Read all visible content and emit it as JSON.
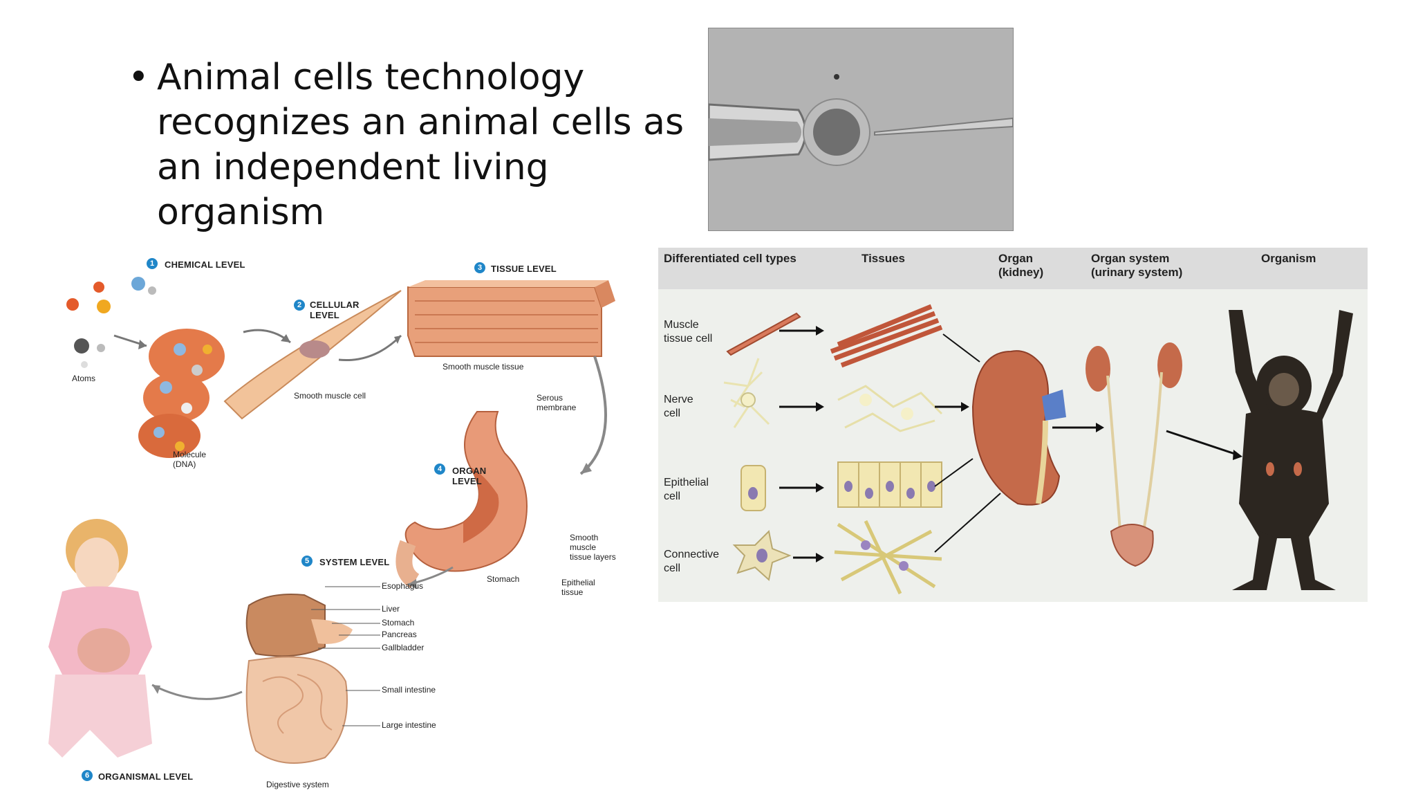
{
  "slide": {
    "bullet": "Animal cells technology recognizes an animal cells as an independent living organism"
  },
  "left_diagram": {
    "levels": [
      {
        "num": "1",
        "label": "CHEMICAL LEVEL"
      },
      {
        "num": "2",
        "label": "CELLULAR\nLEVEL"
      },
      {
        "num": "3",
        "label": "TISSUE LEVEL"
      },
      {
        "num": "4",
        "label": "ORGAN\nLEVEL"
      },
      {
        "num": "5",
        "label": "SYSTEM LEVEL"
      },
      {
        "num": "6",
        "label": "ORGANISMAL LEVEL"
      }
    ],
    "labels": {
      "atoms": "Atoms",
      "molecule": "Molecule\n(DNA)",
      "smooth_muscle_cell": "Smooth muscle cell",
      "smooth_muscle_tissue": "Smooth muscle tissue",
      "serous_membrane": "Serous\nmembrane",
      "smooth_muscle_layers": "Smooth muscle\ntissue layers",
      "stomach": "Stomach",
      "epithelial_tissue": "Epithelial\ntissue",
      "digestive_system": "Digestive system"
    },
    "system_organs": [
      "Esophagus",
      "Liver",
      "Stomach",
      "Pancreas",
      "Gallbladder",
      "Small intestine",
      "Large intestine"
    ]
  },
  "right_diagram": {
    "headers": [
      "Differentiated cell types",
      "Tissues",
      "Organ\n(kidney)",
      "Organ system\n(urinary system)",
      "Organism"
    ],
    "rows": [
      "Muscle\ntissue cell",
      "Nerve\ncell",
      "Epithelial\ncell",
      "Connective\ncell"
    ]
  },
  "colors": {
    "level_badge": "#1f86c8",
    "muscle": "#d9734f",
    "kidney": "#b85a3c"
  }
}
